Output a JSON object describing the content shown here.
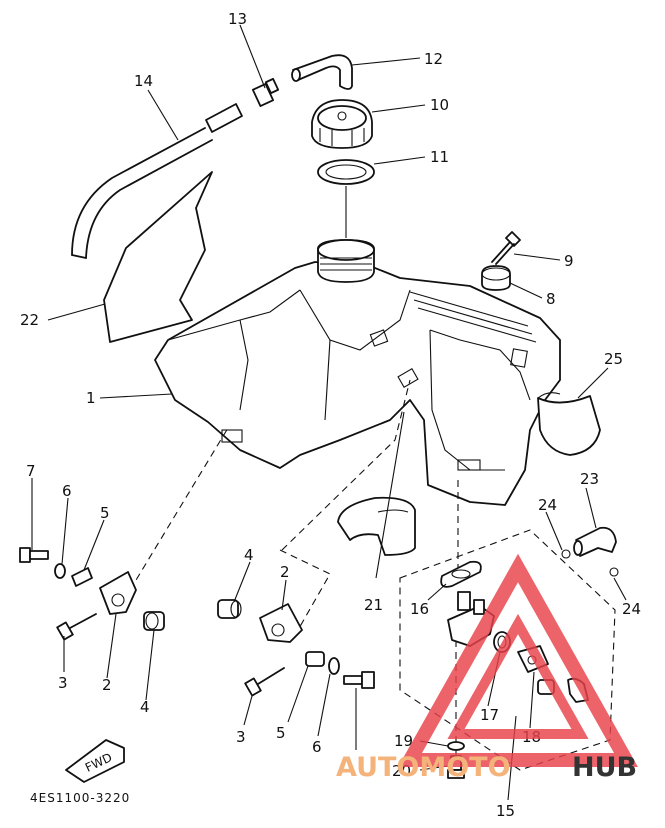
{
  "diagram": {
    "callouts": {
      "c1": "1",
      "c2a": "2",
      "c2b": "2",
      "c3a": "3",
      "c3b": "3",
      "c4a": "4",
      "c4b": "4",
      "c5a": "5",
      "c5b": "5",
      "c6a": "6",
      "c6b": "6",
      "c7": "7",
      "c8": "8",
      "c9": "9",
      "c10": "10",
      "c11": "11",
      "c12": "12",
      "c13": "13",
      "c14": "14",
      "c15": "15",
      "c16": "16",
      "c17": "17",
      "c18": "18",
      "c19": "19",
      "c20": "20",
      "c21": "21",
      "c22": "22",
      "c23": "23",
      "c24a": "24",
      "c24b": "24",
      "c25": "25"
    },
    "fwd_label": "FWD",
    "drawing_code": "4ES1100-3220"
  },
  "watermark": {
    "part1": "AUTOMOTO",
    "part2": "HUB",
    "triangle_color": "#e8414a",
    "text_color_1": "#f4b37a",
    "text_color_2": "#333333"
  }
}
